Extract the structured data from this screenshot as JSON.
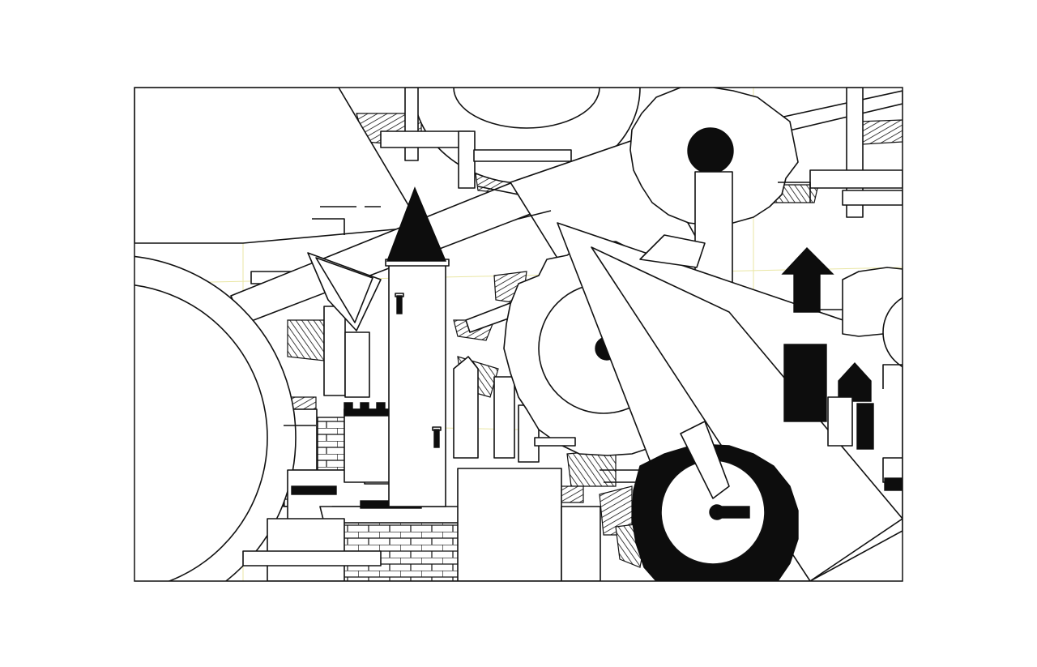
{
  "artwork": {
    "kind": "pen-and-ink line drawing",
    "palette": {
      "ink": "#111111",
      "paper": "#ffffff",
      "guide": "#e9e6a3"
    },
    "subjects": [
      "castle-tower",
      "gears",
      "upward-arrow",
      "brick-walls",
      "hatched-planks"
    ]
  }
}
